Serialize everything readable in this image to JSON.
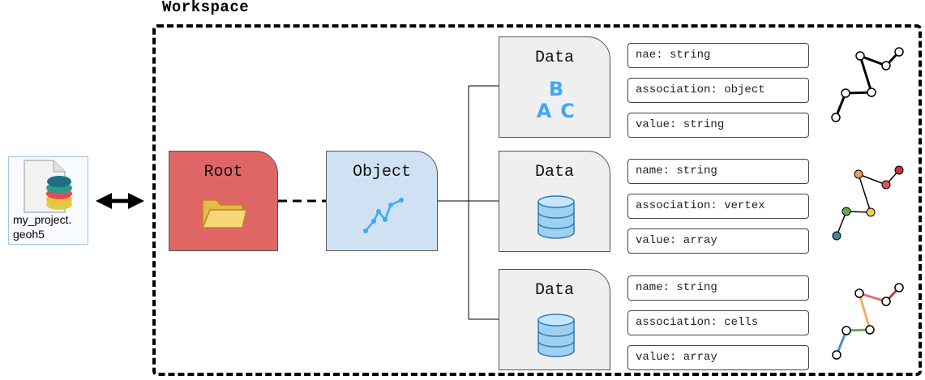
{
  "workspace": {
    "title": "Workspace"
  },
  "file": {
    "label_line1": "my_project.",
    "label_line2": "geoh5",
    "icon": "geoh5-file-icon"
  },
  "nodes": {
    "root": {
      "title": "Root",
      "icon": "folder-icon",
      "color": "#e06666"
    },
    "object": {
      "title": "Object",
      "icon": "polyline-icon",
      "color": "#cfe2f3"
    },
    "data": [
      {
        "title": "Data",
        "icon": "text-abc-icon",
        "attributes": [
          "nae: string",
          "association: object",
          "value: string"
        ]
      },
      {
        "title": "Data",
        "icon": "database-icon",
        "attributes": [
          "name: string",
          "association: vertex",
          "value: array"
        ]
      },
      {
        "title": "Data",
        "icon": "database-icon",
        "attributes": [
          "name: string",
          "association: cells",
          "value: array"
        ]
      }
    ]
  },
  "abc_icon_letters": {
    "top": "B",
    "left": "A",
    "right": "C"
  },
  "colors": {
    "accent_blue": "#3fa9f5",
    "data_bg": "#efefef"
  }
}
